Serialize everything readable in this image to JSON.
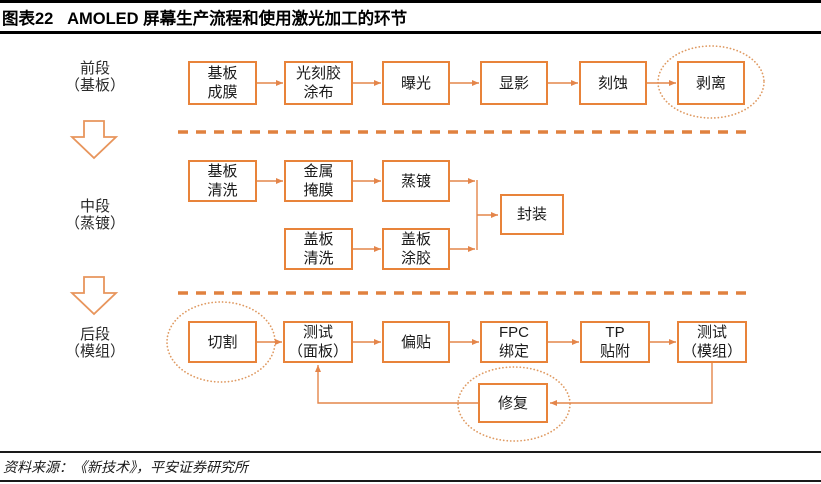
{
  "header": {
    "title": "图表22   AMOLED 屏幕生产流程和使用激光加工的环节"
  },
  "stages": [
    {
      "label": "前段\n（基板）"
    },
    {
      "label": "中段\n（蒸镀）"
    },
    {
      "label": "后段\n（模组）"
    }
  ],
  "flow": {
    "front": [
      "基板\n成膜",
      "光刻胶\n涂布",
      "曝光",
      "显影",
      "刻蚀",
      "剥离"
    ],
    "middle_top": [
      "基板\n清洗",
      "金属\n掩膜",
      "蒸镀"
    ],
    "middle_bottom": [
      "盖板\n清洗",
      "盖板\n涂胶"
    ],
    "merge": "封装",
    "back": [
      "切割",
      "测试\n（面板）",
      "偏贴",
      "FPC\n绑定",
      "TP\n贴附",
      "测试\n（模组）"
    ],
    "repair": "修复"
  },
  "footer": {
    "source": "资料来源：《新技术》，平安证券研究所"
  },
  "colors": {
    "box_border": "#E8833A",
    "connector": "#E4854A",
    "divider_dash": "#E0813F",
    "dotted_ellipse": "#DF9A62"
  }
}
